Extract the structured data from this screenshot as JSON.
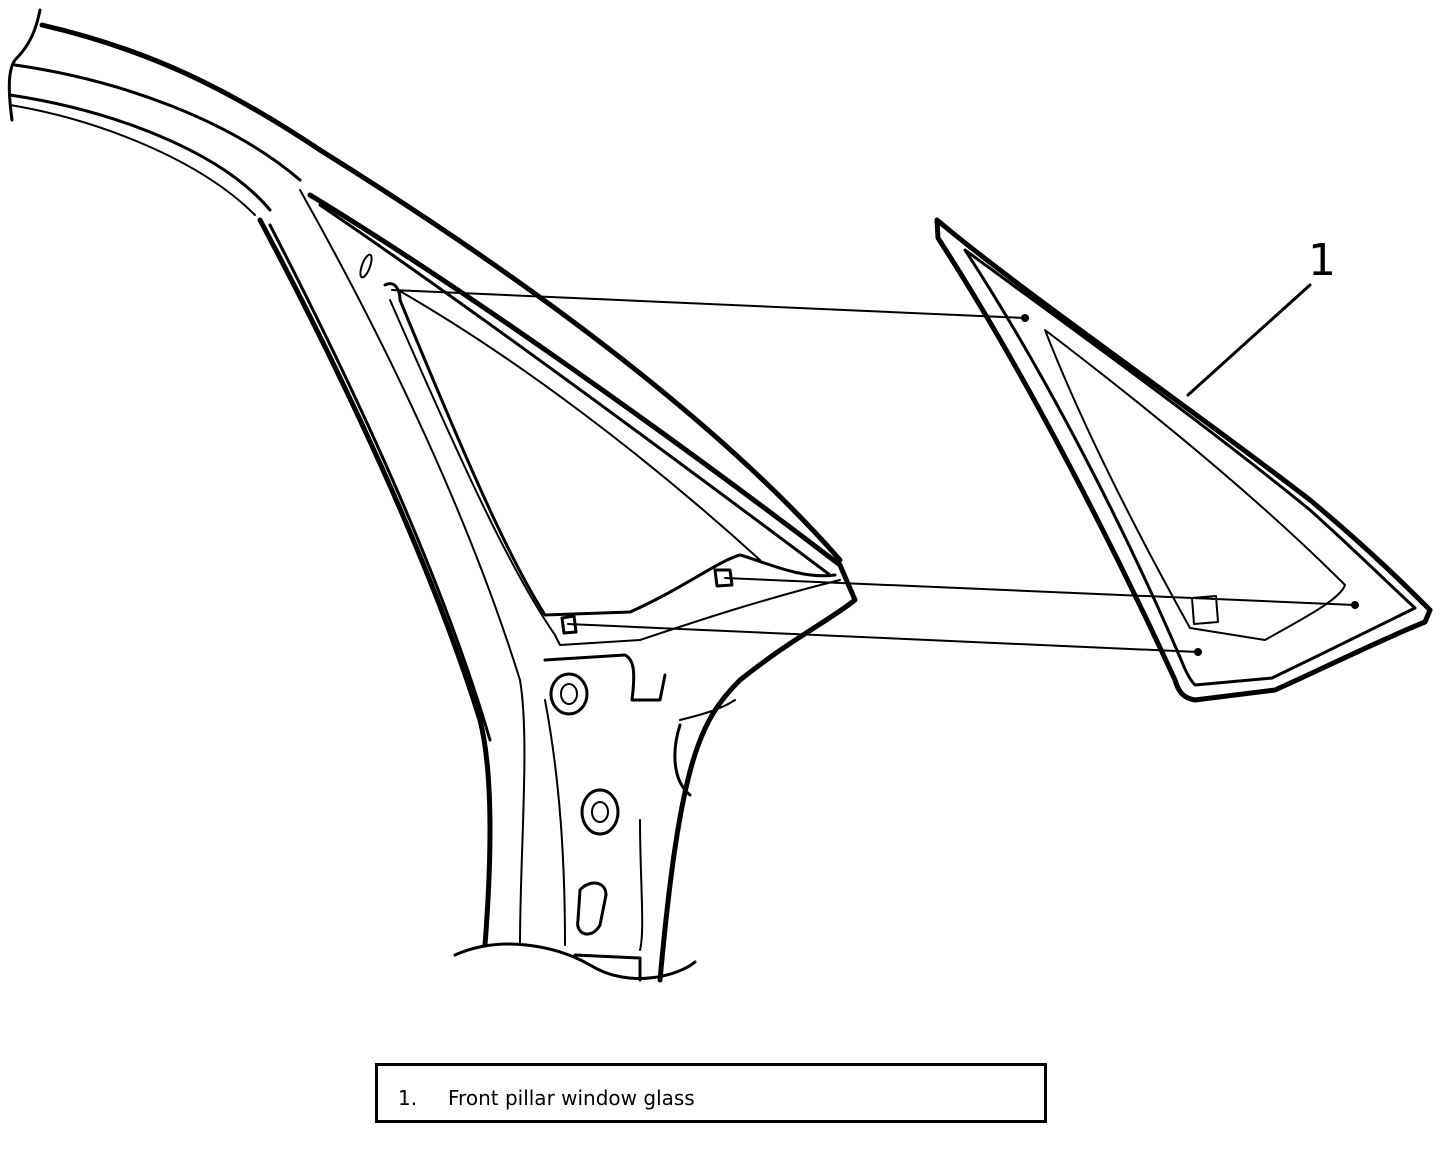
{
  "callouts": [
    {
      "number": "1",
      "description": "Front pillar window glass"
    }
  ],
  "legend": {
    "items": [
      {
        "number": "1.",
        "label": "Front pillar window glass"
      }
    ]
  }
}
